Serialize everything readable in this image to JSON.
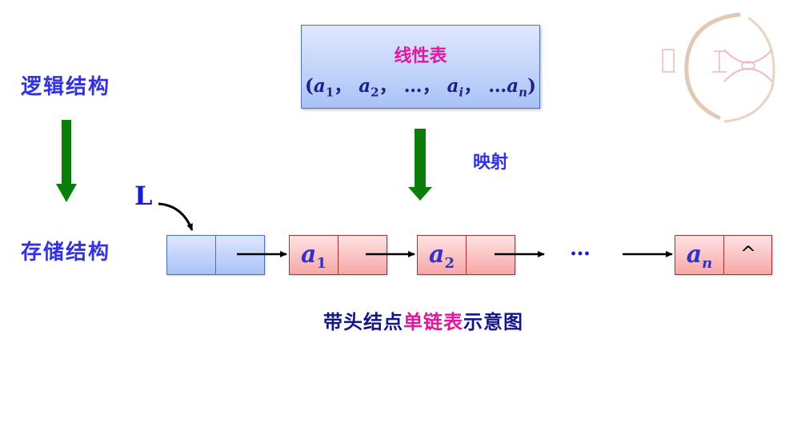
{
  "logical_label": "逻辑结构",
  "storage_label": "存储结构",
  "linear_list": {
    "title": "线性表",
    "open": "(",
    "close": ")",
    "comma": "，",
    "e1": "a",
    "e1_sub": "1",
    "e2": "a",
    "e2_sub": "2",
    "dots1": "…",
    "ei": "a",
    "ei_sub": "i",
    "dots2": "…",
    "en": "a",
    "en_sub": "n"
  },
  "mapping_label": "映射",
  "head_pointer": "L",
  "nodes": [
    {
      "var": "a",
      "sub": "1"
    },
    {
      "var": "a",
      "sub": "2"
    },
    {
      "var": "a",
      "sub": "n",
      "null": "^"
    }
  ],
  "ellipsis": "…",
  "caption": {
    "part1": "带头结点",
    "part2": "单链表",
    "part3": "示意图"
  },
  "colors": {
    "label_blue": "#3232e0",
    "magenta": "#e0189c",
    "arrow_green": "#0a7d0a"
  }
}
